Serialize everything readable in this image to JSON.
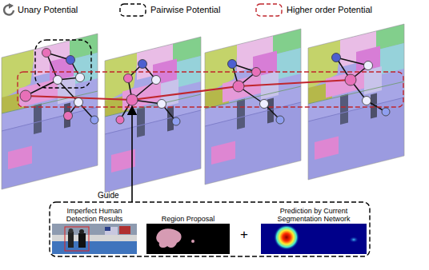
{
  "diagram": {
    "nodes": [
      {
        "text": [
          "Imperfect Human Detection Results"
        ]
      },
      {
        "text": [
          "Region Proposal"
        ]
      },
      {
        "text": [
          "Prediction by Current Segmentation Network"
        ]
      }
    ],
    "labels": [
      "Guide",
      "+"
    ],
    "legend": [
      {
        "text": "Unary Potential"
      },
      {
        "text": "Pairwise Potential"
      },
      {
        "text": "Higher order Potential"
      }
    ]
  }
}
